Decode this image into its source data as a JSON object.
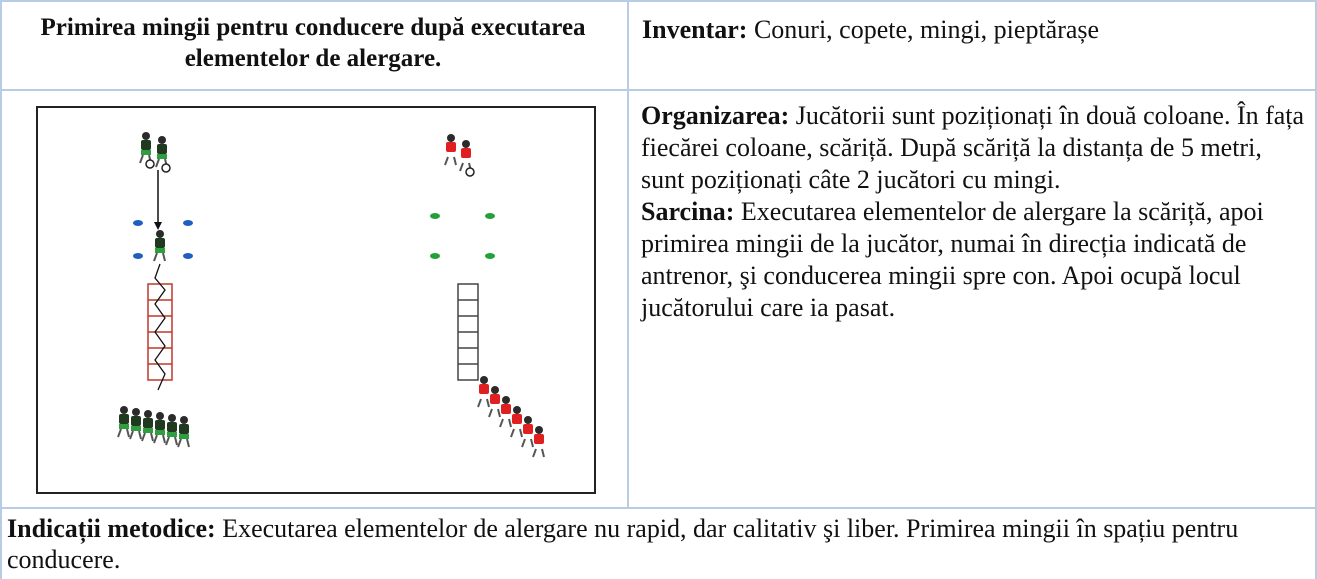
{
  "header": {
    "title": "Primirea mingii pentru conducere după executarea elementelor de alergare.",
    "inventory_label": "Inventar:",
    "inventory_text": " Conuri, copete, mingi, pieptărașe"
  },
  "body": {
    "organization_label": "Organizarea:",
    "organization_text": " Jucătorii sunt poziționați în două coloane. În fața fiecărei coloane, scăriță. După scăriță la distanța de 5 metri, sunt poziționați câte 2 jucători cu mingi.",
    "task_label": "Sarcina:",
    "task_text": "  Executarea elementelor de alergare la scăriță, apoi primirea mingii de la jucător, numai în direcția indicată de antrenor, şi conducerea mingii spre con. Apoi ocupă locul jucătorului care ia pasat."
  },
  "footer": {
    "indications_label": "Indicații metodice:",
    "indications_text": " Executarea elementelor de alergare nu rapid, dar calitativ şi liber. Primirea mingii în spațiu pentru conducere."
  },
  "colors": {
    "team_dark": "#1f3a1f",
    "team_dark_shorts": "#2e9e3e",
    "team_red": "#e02020",
    "cone_blue": "#1f5fbf",
    "cone_green": "#22a03a",
    "ladder_red": "#c0392b",
    "ladder_dark": "#444444",
    "grid": "#b8cce4"
  }
}
